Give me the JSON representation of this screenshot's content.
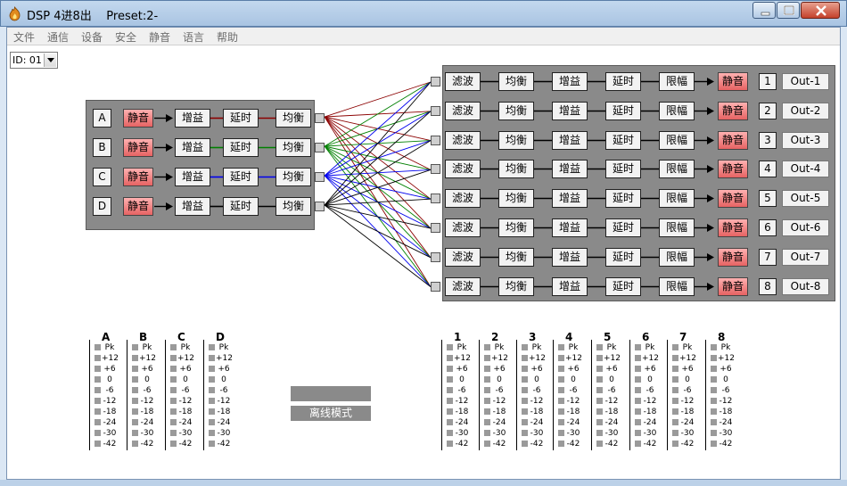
{
  "window": {
    "title": "DSP 4进8出    Preset:2-",
    "app_icon": "flame-logo-icon"
  },
  "menu": [
    "文件",
    "通信",
    "设备",
    "安全",
    "静音",
    "语言",
    "帮助"
  ],
  "device_select": {
    "value": "ID: 01"
  },
  "inputs": [
    {
      "label": "A",
      "mute": "静音",
      "gain": "增益",
      "delay": "延时",
      "eq": "均衡",
      "color": "#8b0000"
    },
    {
      "label": "B",
      "mute": "静音",
      "gain": "增益",
      "delay": "延时",
      "eq": "均衡",
      "color": "#008000"
    },
    {
      "label": "C",
      "mute": "静音",
      "gain": "增益",
      "delay": "延时",
      "eq": "均衡",
      "color": "#0000ee"
    },
    {
      "label": "D",
      "mute": "静音",
      "gain": "增益",
      "delay": "延时",
      "eq": "均衡",
      "color": "#000000"
    }
  ],
  "outputs": [
    {
      "filter": "滤波",
      "eq": "均衡",
      "gain": "增益",
      "delay": "延时",
      "limit": "限幅",
      "mute": "静音",
      "number": "1",
      "name": "Out-1"
    },
    {
      "filter": "滤波",
      "eq": "均衡",
      "gain": "增益",
      "delay": "延时",
      "limit": "限幅",
      "mute": "静音",
      "number": "2",
      "name": "Out-2"
    },
    {
      "filter": "滤波",
      "eq": "均衡",
      "gain": "增益",
      "delay": "延时",
      "limit": "限幅",
      "mute": "静音",
      "number": "3",
      "name": "Out-3"
    },
    {
      "filter": "滤波",
      "eq": "均衡",
      "gain": "增益",
      "delay": "延时",
      "limit": "限幅",
      "mute": "静音",
      "number": "4",
      "name": "Out-4"
    },
    {
      "filter": "滤波",
      "eq": "均衡",
      "gain": "增益",
      "delay": "延时",
      "limit": "限幅",
      "mute": "静音",
      "number": "5",
      "name": "Out-5"
    },
    {
      "filter": "滤波",
      "eq": "均衡",
      "gain": "增益",
      "delay": "延时",
      "limit": "限幅",
      "mute": "静音",
      "number": "6",
      "name": "Out-6"
    },
    {
      "filter": "滤波",
      "eq": "均衡",
      "gain": "增益",
      "delay": "延时",
      "limit": "限幅",
      "mute": "静音",
      "number": "7",
      "name": "Out-7"
    },
    {
      "filter": "滤波",
      "eq": "均衡",
      "gain": "增益",
      "delay": "延时",
      "limit": "限幅",
      "mute": "静音",
      "number": "8",
      "name": "Out-8"
    }
  ],
  "meters": {
    "scale": [
      "Pk",
      "+12",
      "+6",
      "0",
      "-6",
      "-12",
      "-18",
      "-24",
      "-30",
      "-42"
    ],
    "input_channels": [
      "A",
      "B",
      "C",
      "D"
    ],
    "output_channels": [
      "1",
      "2",
      "3",
      "4",
      "5",
      "6",
      "7",
      "8"
    ]
  },
  "status": {
    "mode": "离线模式"
  },
  "colors": {
    "mute_button": "#e66363",
    "route_a": "#8b0000",
    "route_b": "#008000",
    "route_c": "#0000ee",
    "route_d": "#000000"
  }
}
